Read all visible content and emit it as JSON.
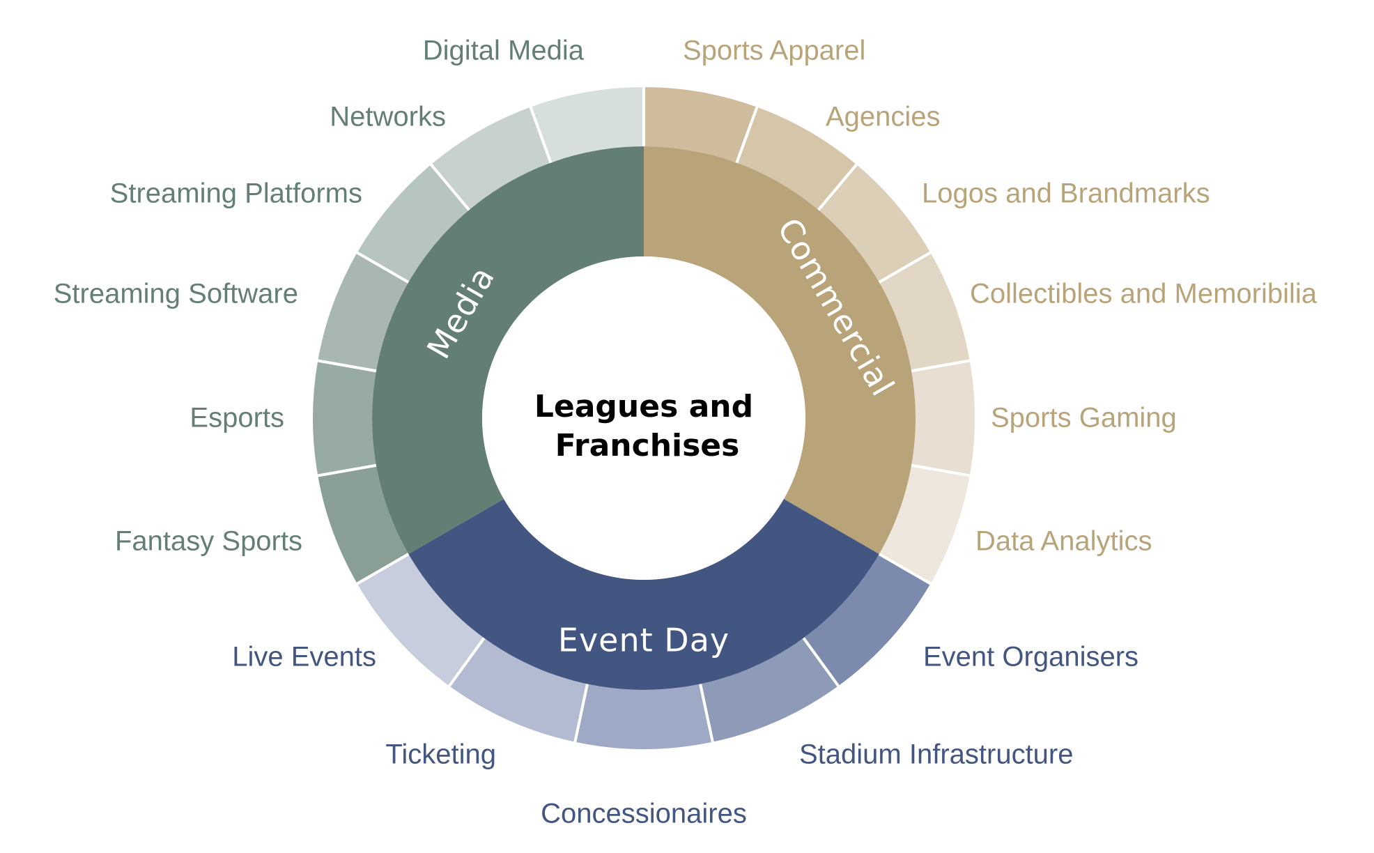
{
  "center": {
    "line1": "Leagues and",
    "line2": "Franchises"
  },
  "categories": [
    {
      "name": "Commercial",
      "color": "#b9a47a",
      "label_color": "#b9a47a",
      "segments": [
        {
          "label": "Sports Apparel",
          "color": "#cfbc9c"
        },
        {
          "label": "Agencies",
          "color": "#d6c6a9"
        },
        {
          "label": "Logos and Brandmarks",
          "color": "#dccfb8"
        },
        {
          "label": "Collectibles and Memoribilia",
          "color": "#e2d7c5"
        },
        {
          "label": "Sports Gaming",
          "color": "#e8dfd2"
        },
        {
          "label": "Data Analytics",
          "color": "#eee7dd"
        }
      ]
    },
    {
      "name": "Event Day",
      "color": "#435682",
      "label_color": "#435682",
      "segments": [
        {
          "label": "Event Organisers",
          "color": "#7b8aad"
        },
        {
          "label": "Stadium Infrastructure",
          "color": "#8d9ab8"
        },
        {
          "label": "Concessionaires",
          "color": "#9eaac5"
        },
        {
          "label": "Ticketing",
          "color": "#b2bbd2"
        },
        {
          "label": "Live Events",
          "color": "#c7cddd"
        }
      ]
    },
    {
      "name": "Media",
      "color": "#637f74",
      "label_color": "#637f74",
      "segments": [
        {
          "label": "Fantasy Sports",
          "color": "#899f96"
        },
        {
          "label": "Esports",
          "color": "#98aba3"
        },
        {
          "label": "Streaming Software",
          "color": "#a8b8b1"
        },
        {
          "label": "Streaming Platforms",
          "color": "#b7c5c0"
        },
        {
          "label": "Networks",
          "color": "#c7d2cd"
        },
        {
          "label": "Digital Media",
          "color": "#d6dfdc"
        }
      ]
    }
  ]
}
